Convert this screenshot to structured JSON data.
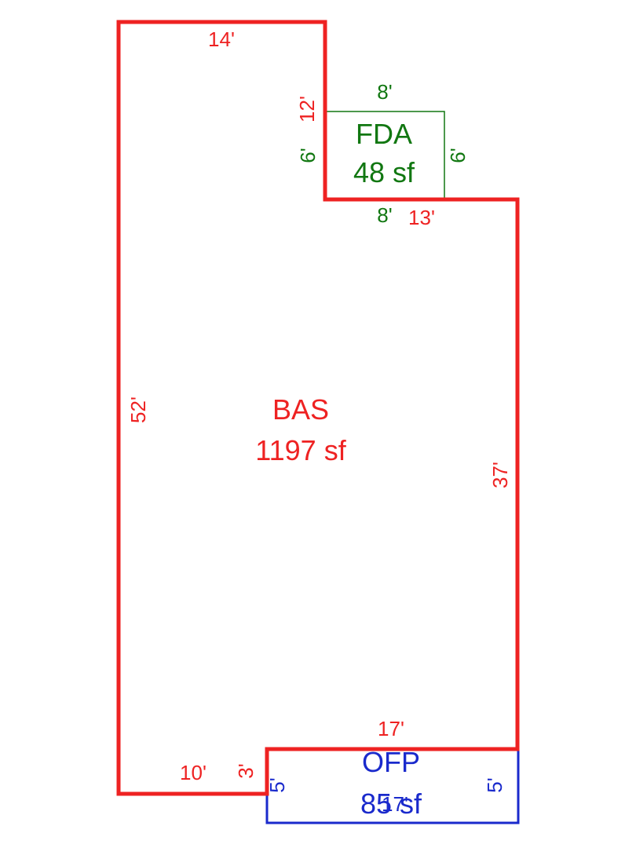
{
  "colors": {
    "bas": "#ee2222",
    "fda": "#117711",
    "ofp": "#1a2acc",
    "background": "#ffffff"
  },
  "areas": {
    "bas": {
      "name": "BAS",
      "size": "1197 sf",
      "dims": {
        "top": "14'",
        "left": "52'",
        "inner_vertical": "12'",
        "inner_horizontal": "13'",
        "right": "37'",
        "bottom_right": "17'",
        "bottom_left": "10'",
        "step": "3'"
      }
    },
    "fda": {
      "name": "FDA",
      "size": "48 sf",
      "dims": {
        "top": "8'",
        "bottom": "8'",
        "left": "6'",
        "right": "6'"
      }
    },
    "ofp": {
      "name": "OFP",
      "size": "85 sf",
      "dims": {
        "left": "5'",
        "right": "5'",
        "bottom": "17'"
      }
    }
  }
}
